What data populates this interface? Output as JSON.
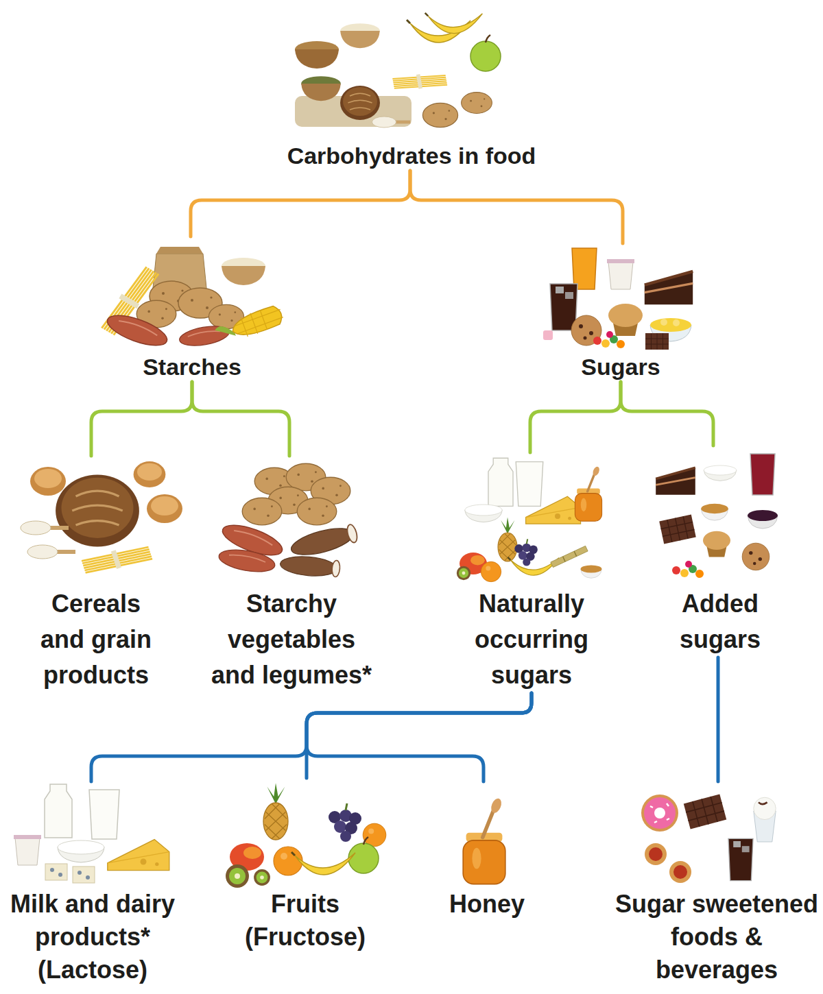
{
  "diagram": {
    "nodes": [
      {
        "text": [
          "Carbohydrates in food"
        ]
      },
      {
        "text": [
          "Starches"
        ]
      },
      {
        "text": [
          "Sugars"
        ]
      },
      {
        "text": [
          "Cereals and grain products"
        ]
      },
      {
        "text": [
          "Starchy vegetables and legumes*"
        ]
      },
      {
        "text": [
          "Naturally occurring sugars"
        ]
      },
      {
        "text": [
          "Added sugars"
        ]
      },
      {
        "text": [
          "Milk and dairy products*",
          "(Lactose)"
        ]
      },
      {
        "text": [
          "Fruits",
          "(Fructose)"
        ]
      },
      {
        "text": [
          "Honey"
        ]
      },
      {
        "text": [
          "Sugar sweetened foods & beverages"
        ]
      }
    ],
    "edges": [
      {
        "from": 0,
        "to": 1,
        "arrow": "none"
      },
      {
        "from": 0,
        "to": 2,
        "arrow": "none"
      },
      {
        "from": 1,
        "to": 3,
        "arrow": "none"
      },
      {
        "from": 1,
        "to": 4,
        "arrow": "none"
      },
      {
        "from": 2,
        "to": 5,
        "arrow": "none"
      },
      {
        "from": 2,
        "to": 6,
        "arrow": "none"
      },
      {
        "from": 5,
        "to": 7,
        "arrow": "none"
      },
      {
        "from": 5,
        "to": 8,
        "arrow": "none"
      },
      {
        "from": 5,
        "to": 9,
        "arrow": "none"
      },
      {
        "from": 6,
        "to": 10,
        "arrow": "none"
      }
    ]
  }
}
